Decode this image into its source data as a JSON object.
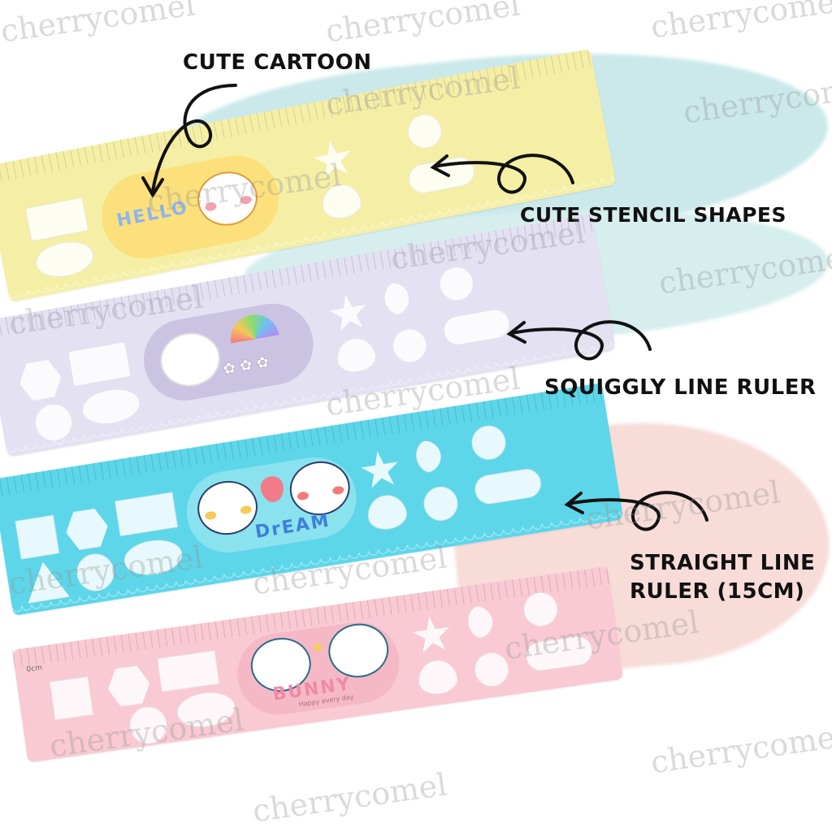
{
  "annotations": {
    "cute_cartoon": "CUTE CARTOON",
    "cute_stencil_shapes": "CUTE STENCIL SHAPES",
    "squiggly_line_ruler": "SQUIGGLY LINE RULER",
    "straight_line_ruler_line1": "STRAIGHT LINE",
    "straight_line_ruler_line2": "RULER (15CM)"
  },
  "watermark": "cherrycomel",
  "rulers": [
    {
      "color": "#f7f0a8",
      "sticker_color": "#fbe68a",
      "sticker_text": "HELLO",
      "character": "duck"
    },
    {
      "color": "#e4e0f3",
      "sticker_color": "#cfc6e4",
      "sticker_text": "",
      "character": "sheep"
    },
    {
      "color": "#5ed8ec",
      "sticker_color": "#8fe3f0",
      "sticker_text": "DrEAM",
      "character": "bear"
    },
    {
      "color": "#f9cdd5",
      "sticker_color": "#f6b7c4",
      "sticker_text": "BUNNY",
      "sticker_subtext": "Happy every day",
      "character": "bunny"
    }
  ],
  "ruler_scale_start": "0cm",
  "colors": {
    "brush_teal": "#bfe3e6",
    "brush_pink": "#f6d6d2",
    "text": "#111111"
  }
}
